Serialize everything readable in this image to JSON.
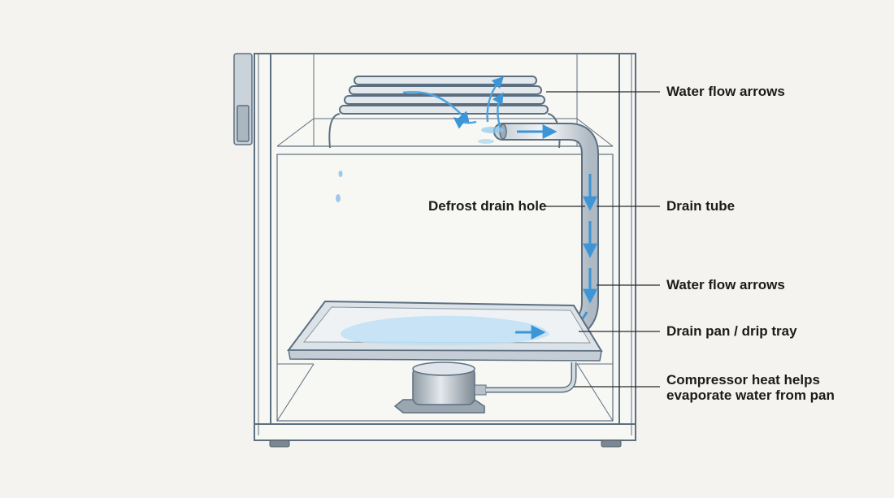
{
  "colors": {
    "background": "#f4f3ef",
    "frame": "#5c6f80",
    "water": "#4aa3e0",
    "water_light": "#bfe0f5",
    "leader": "#2a2a2a"
  },
  "labels": {
    "water_flow_top": "Water flow arrows",
    "drain_hole": "Defrost drain hole",
    "drain_tube": "Drain tube",
    "water_flow_mid": "Water flow arrows",
    "drain_pan": "Drain pan / drip tray",
    "compressor_line1": "Compressor heat helps",
    "compressor_line2": "evaporate water from pan"
  }
}
